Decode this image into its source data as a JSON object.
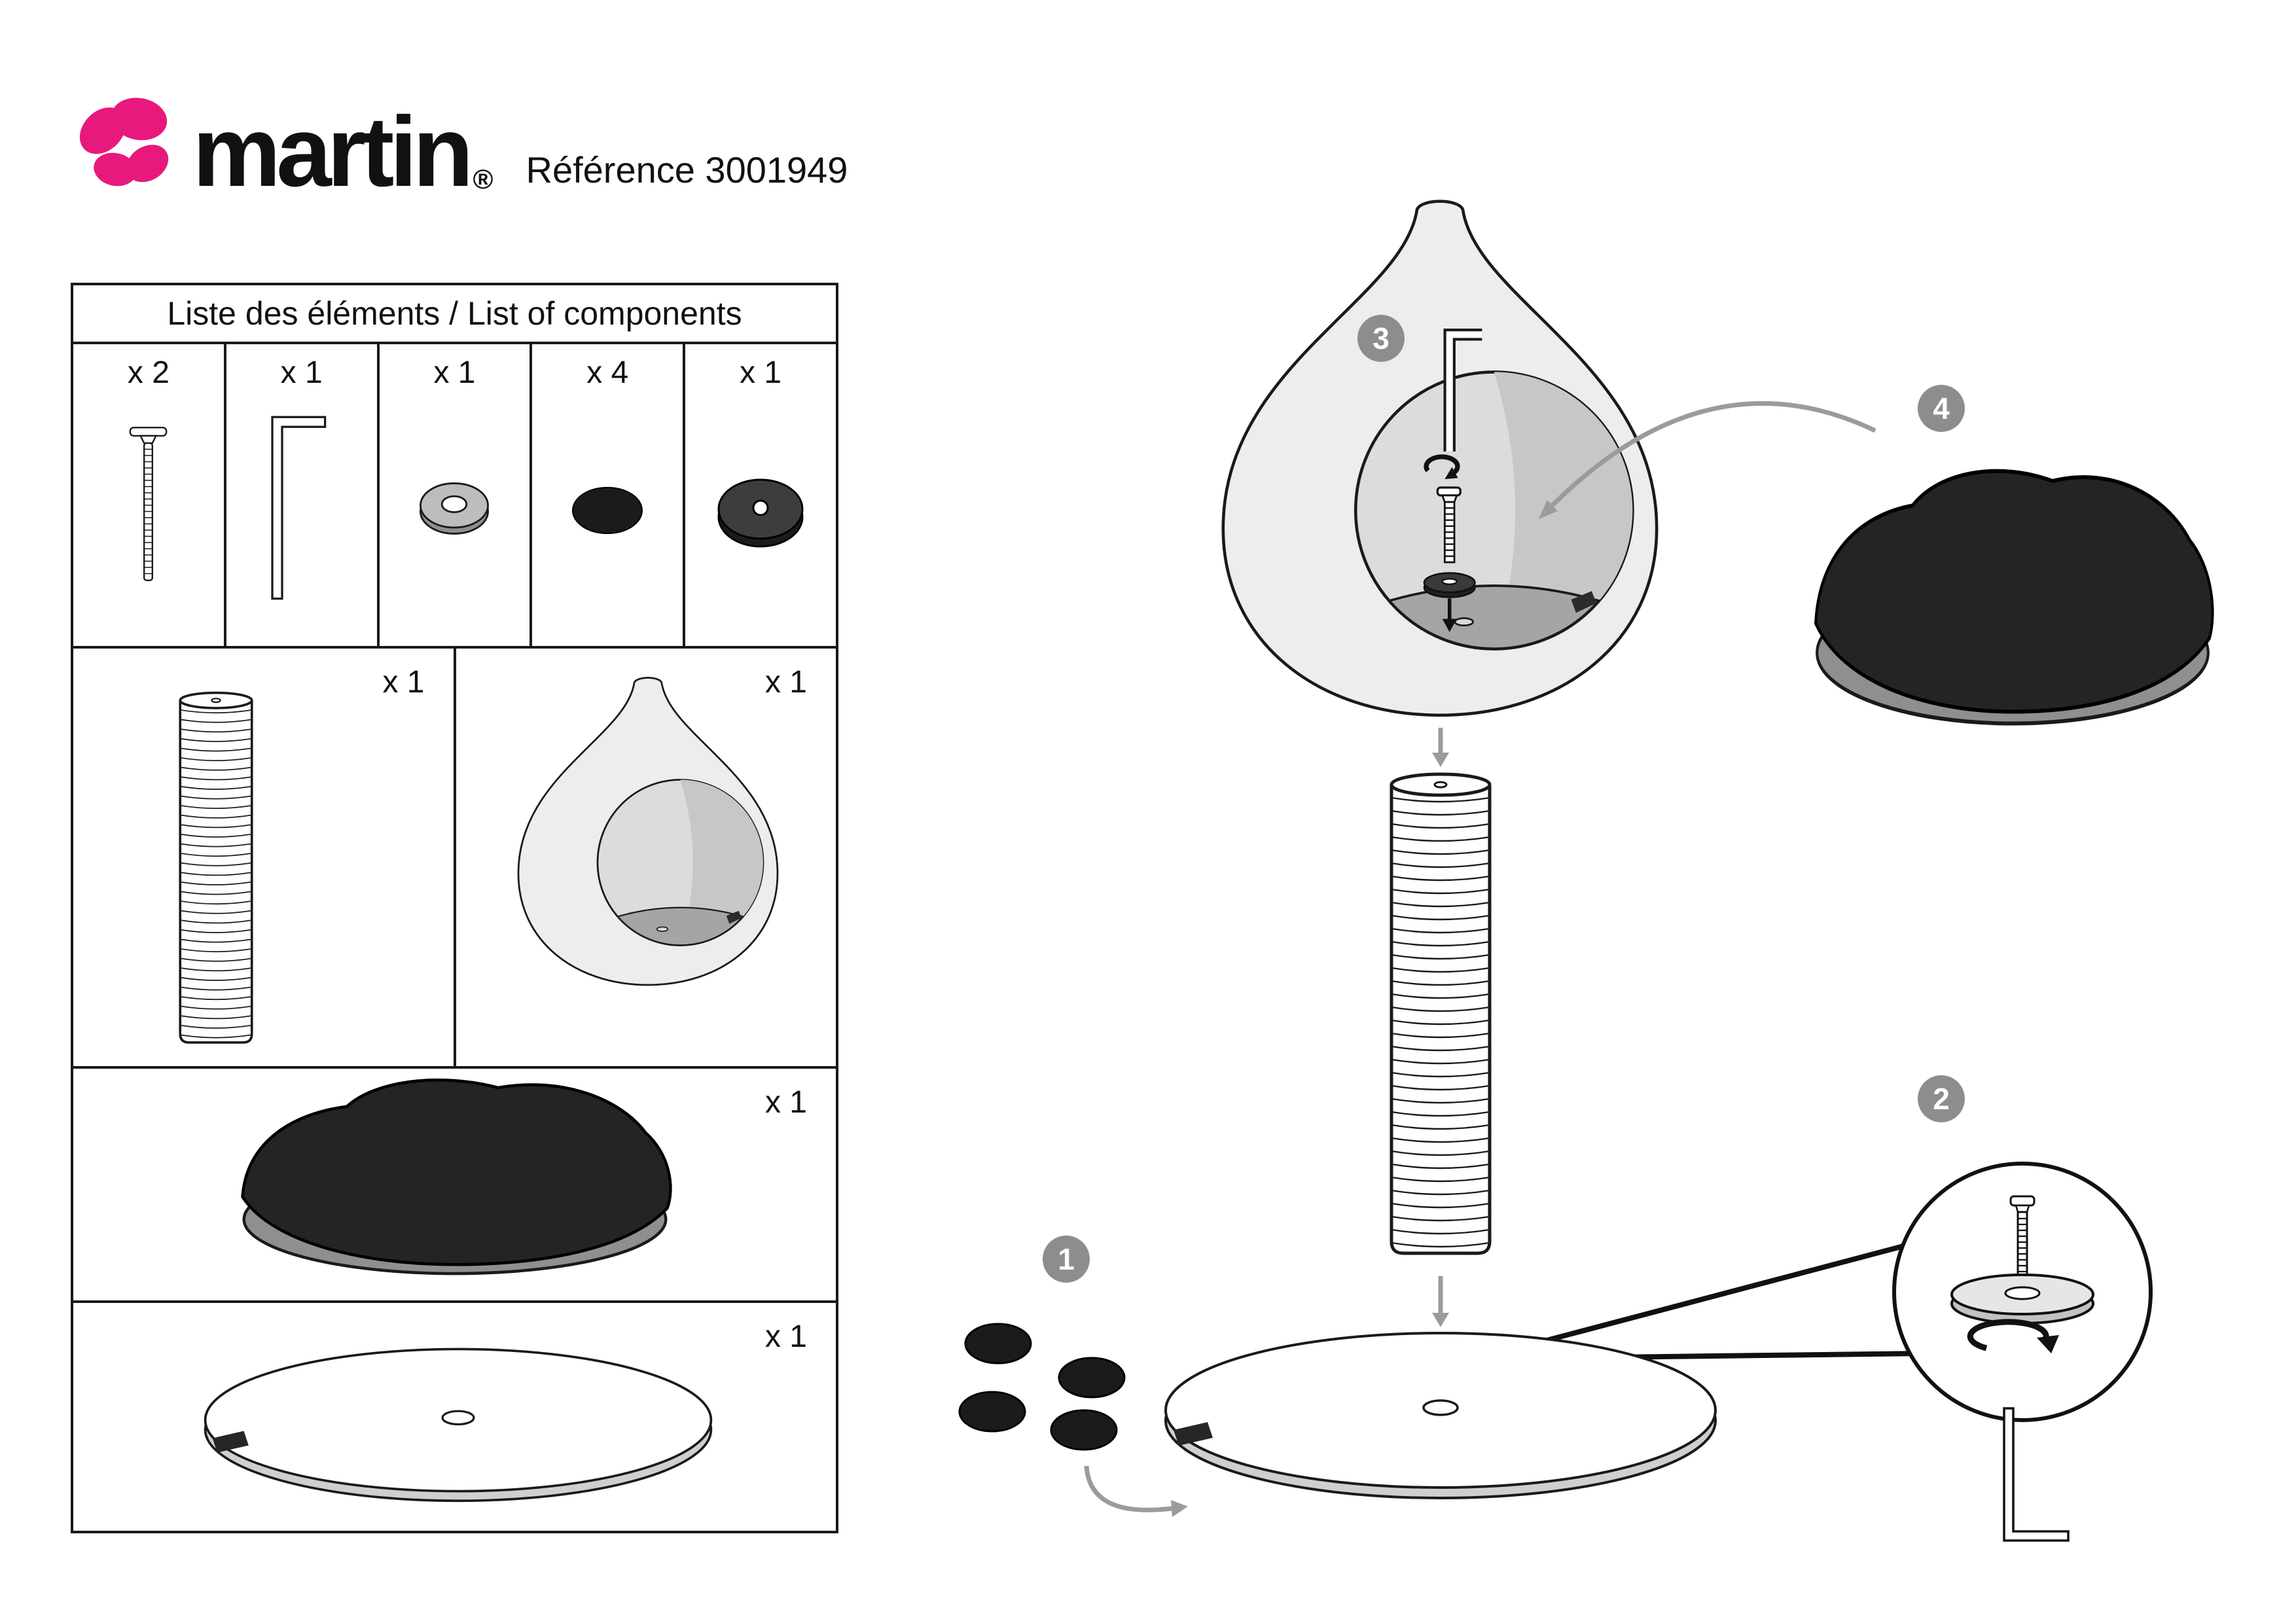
{
  "brand": {
    "name": "martin",
    "registered": "®",
    "reference": "Référence 3001949"
  },
  "parts_list": {
    "title": "Liste des éléments / List of components",
    "items": [
      {
        "qty": "x 2",
        "icon": "screw-icon"
      },
      {
        "qty": "x 1",
        "icon": "allen-key-icon"
      },
      {
        "qty": "x 1",
        "icon": "washer-icon"
      },
      {
        "qty": "x 4",
        "icon": "floor-pad-icon"
      },
      {
        "qty": "x 1",
        "icon": "pad-with-hole-icon"
      },
      {
        "qty": "x 1",
        "icon": "scratching-pole-icon"
      },
      {
        "qty": "x 1",
        "icon": "pod-icon"
      },
      {
        "qty": "x 1",
        "icon": "cushion-icon"
      },
      {
        "qty": "x 1",
        "icon": "base-plate-icon"
      }
    ]
  },
  "assembly": {
    "steps": [
      {
        "n": "1"
      },
      {
        "n": "2"
      },
      {
        "n": "3"
      },
      {
        "n": "4"
      }
    ]
  },
  "colors": {
    "logo_pink": "#e8197d",
    "badge_gray": "#8d8d8d",
    "arrow_gray": "#9b9b9b",
    "line_black": "#1a1a1a"
  }
}
